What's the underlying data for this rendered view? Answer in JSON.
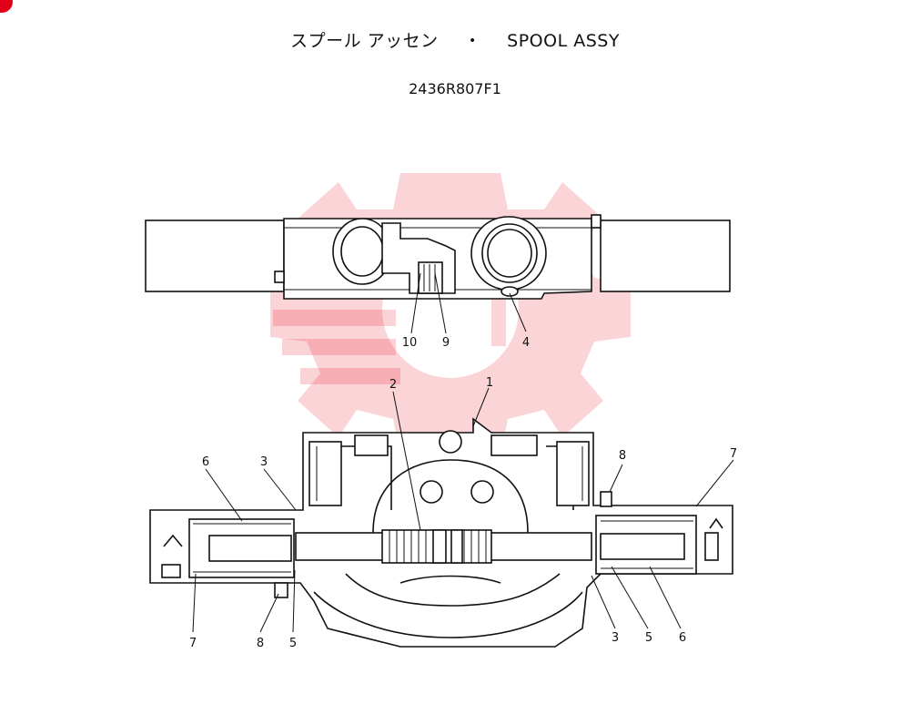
{
  "header": {
    "title_jp": "スプール アッセン",
    "title_sep": "・",
    "title_en": "SPOOL ASSY",
    "part_number": "2436R807F1"
  },
  "watermark": {
    "color": "#e60012"
  },
  "callouts": {
    "top_view": [
      "10",
      "9",
      "4"
    ],
    "section_view": [
      "2",
      "1",
      "6",
      "3",
      "8",
      "7",
      "7",
      "8",
      "5",
      "3",
      "5",
      "6"
    ]
  }
}
